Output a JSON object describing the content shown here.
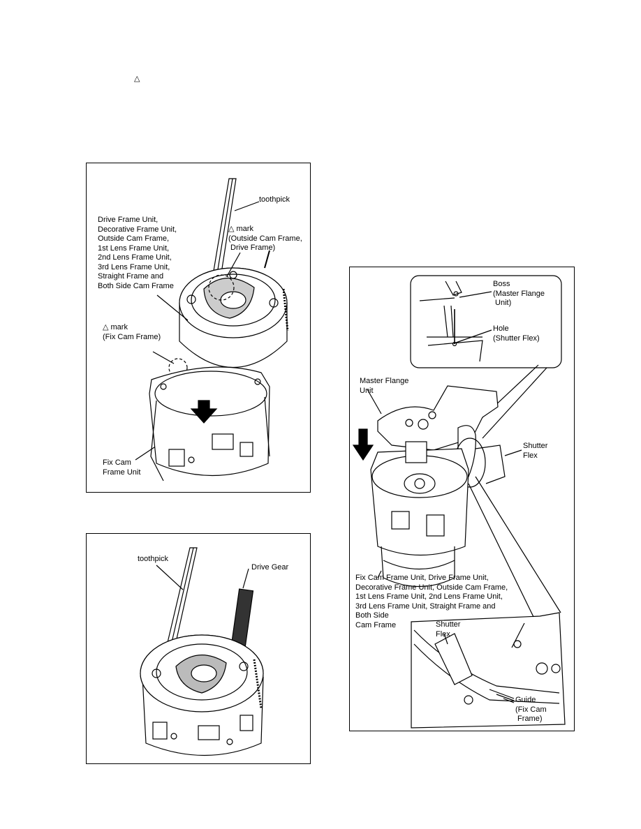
{
  "header_triangle": "△",
  "fig1": {
    "toothpick": "toothpick",
    "unit_list": "Drive Frame Unit,\nDecorative Frame Unit,\nOutside Cam Frame,\n1st Lens Frame Unit,\n2nd Lens Frame Unit,\n3rd Lens Frame Unit,\nStraight Frame and\nBoth Side Cam Frame",
    "mark_outside": "△ mark\n(Outside Cam Frame,\n Drive Frame)",
    "mark_fix": "△ mark\n(Fix Cam Frame)",
    "fix_cam_unit": "Fix Cam\nFrame Unit"
  },
  "fig2": {
    "toothpick": "toothpick",
    "drive_gear": "Drive Gear"
  },
  "fig3": {
    "boss": "Boss\n(Master Flange\n Unit)",
    "hole": "Hole\n(Shutter Flex)",
    "master_flange": "Master Flange\nUnit",
    "shutter_flex_right": "Shutter\nFlex",
    "assembly_list": "Fix Cam Frame Unit, Drive Frame Unit,\nDecorative Frame Unit, Outside Cam Frame,\n1st Lens Frame Unit, 2nd Lens Frame Unit,\n3rd Lens Frame Unit, Straight Frame and\nBoth Side\nCam Frame",
    "shutter_flex_detail": "Shutter\nFlex",
    "guide": "Guide\n(Fix Cam\n Frame)"
  }
}
